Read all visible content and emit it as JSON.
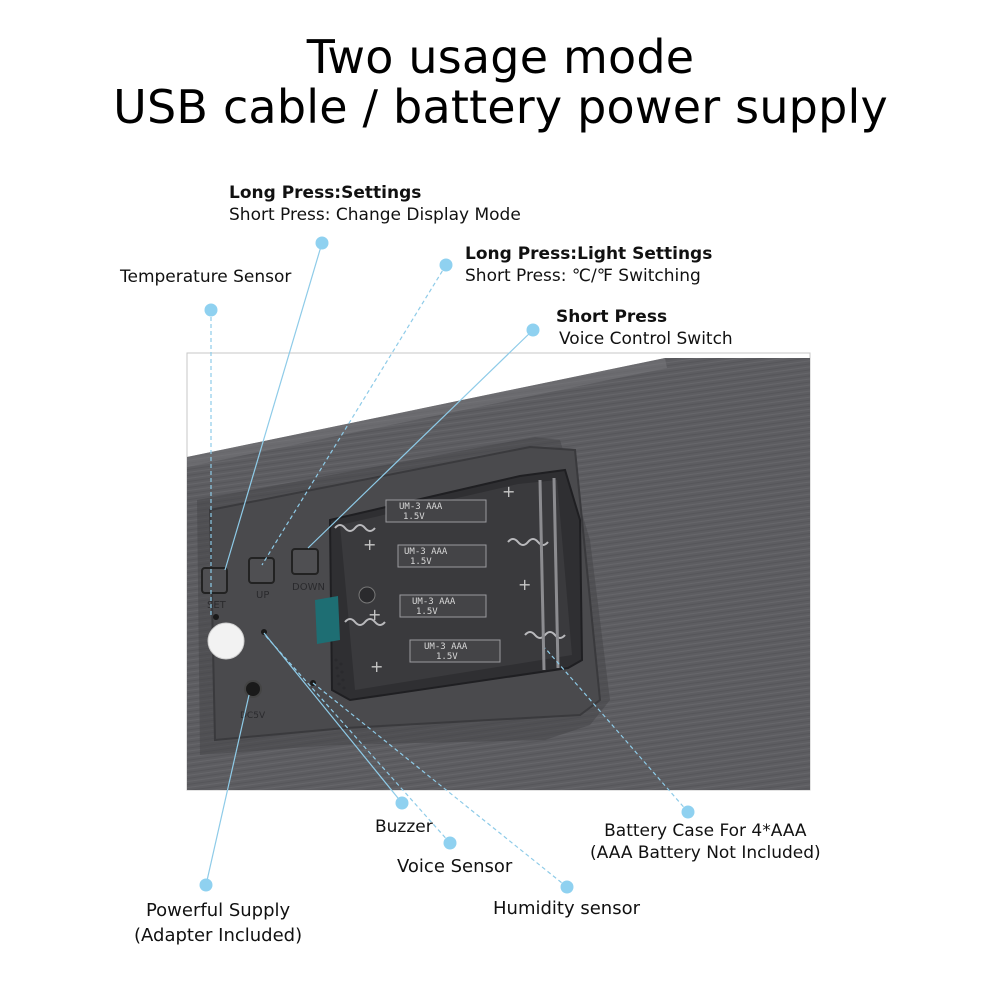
{
  "title": {
    "line1": "Two usage mode",
    "line2": "USB cable  /  battery power supply"
  },
  "callouts": {
    "settings": {
      "bold": "Long Press:Settings",
      "normal": "Short Press: Change Display Mode"
    },
    "light": {
      "bold": "Long Press:Light Settings",
      "normal": "Short Press: ℃/℉ Switching"
    },
    "voice_switch": {
      "bold": "Short Press",
      "normal": "Voice Control Switch"
    },
    "temperature": {
      "normal": "Temperature Sensor"
    },
    "buzzer": {
      "normal": "Buzzer"
    },
    "voice_sensor": {
      "normal": "Voice Sensor"
    },
    "humidity": {
      "normal": "Humidity sensor"
    },
    "power": {
      "line1": "Powerful Supply",
      "line2": "(Adapter Included)"
    },
    "battery": {
      "line1": "Battery Case For 4*AAA",
      "line2": "(AAA Battery Not Included)"
    }
  },
  "device": {
    "buttons": [
      "SET",
      "UP",
      "DOWN"
    ],
    "power_jack_label": "DC5V",
    "battery_labels": [
      "UM-3 AAA",
      "UM-3 AAA",
      "UM-3 AAA",
      "UM-3 AAA"
    ],
    "battery_voltage": [
      "1.5V",
      "1.5V",
      "1.5V",
      "1.5V"
    ],
    "polarity": [
      "+",
      "+",
      "+",
      "+",
      "+"
    ]
  },
  "colors": {
    "leader": "#8ecbe8",
    "dot": "#8fd1f0",
    "body": "#5d5d61",
    "compartment": "#3c3c3f"
  }
}
